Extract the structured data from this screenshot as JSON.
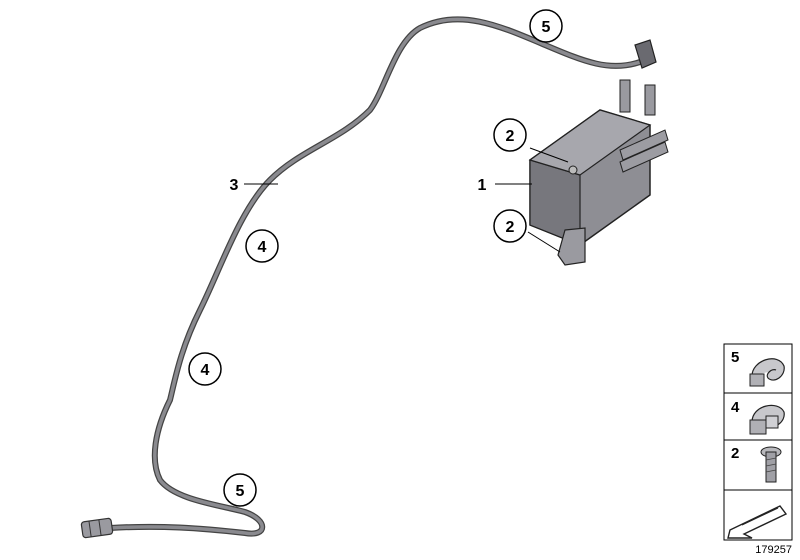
{
  "callouts": {
    "hose_upper_clip": "5",
    "cooler": "1",
    "upper_bolt": "2",
    "lower_bolt": "2",
    "pipe": "3",
    "upper_clip": "4",
    "middle_clip": "4",
    "hose_lower_clip": "5"
  },
  "legend": {
    "items": [
      {
        "number": "5",
        "icon": "hose-clamp-icon"
      },
      {
        "number": "4",
        "icon": "hose-clip-icon"
      },
      {
        "number": "2",
        "icon": "bolt-icon"
      }
    ],
    "arrow_icon": "direction-arrow-icon"
  },
  "diagram_id": "179257"
}
